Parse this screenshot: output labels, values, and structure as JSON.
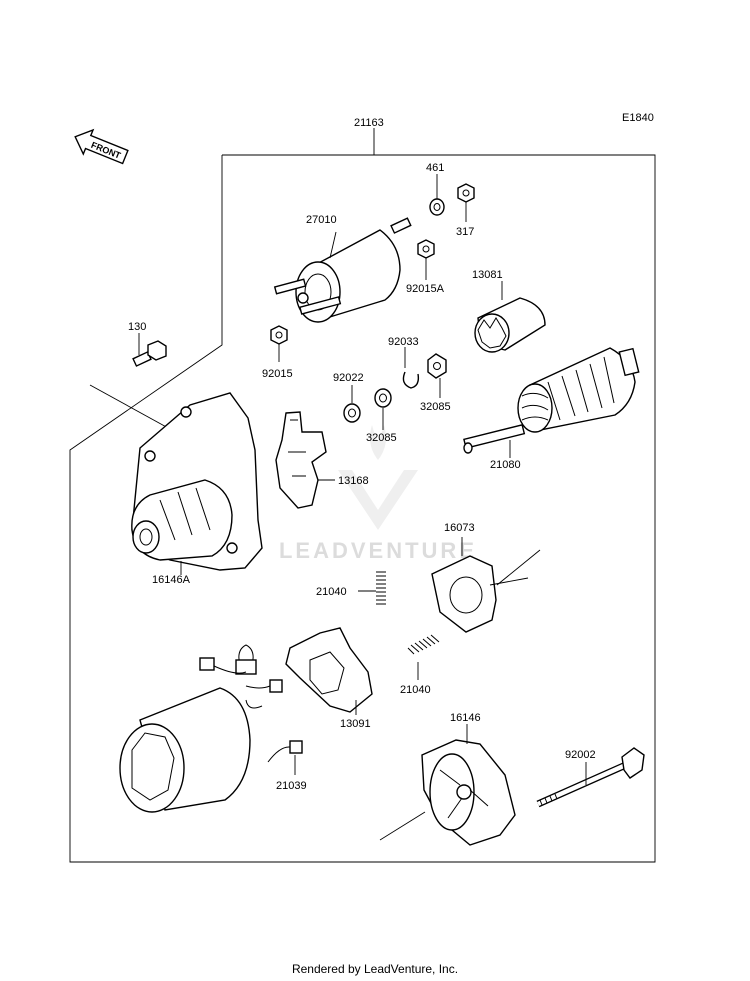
{
  "diagram_code": "E1840",
  "front_arrow_label": "FRONT",
  "watermark_text": "LEADVENTURE",
  "footer_text": "Rendered by LeadVenture, Inc.",
  "labels": {
    "p21163": "21163",
    "p461": "461",
    "p317": "317",
    "p27010": "27010",
    "p92015A": "92015A",
    "p13081": "13081",
    "p130": "130",
    "p92033": "92033",
    "p92015": "92015",
    "p92022": "92022",
    "p32085a": "32085",
    "p32085b": "32085",
    "p21080": "21080",
    "p13168": "13168",
    "p16146A": "16146A",
    "p16073": "16073",
    "p21040a": "21040",
    "p21040b": "21040",
    "p13091": "13091",
    "p16146": "16146",
    "p92002": "92002",
    "p21039": "21039"
  }
}
